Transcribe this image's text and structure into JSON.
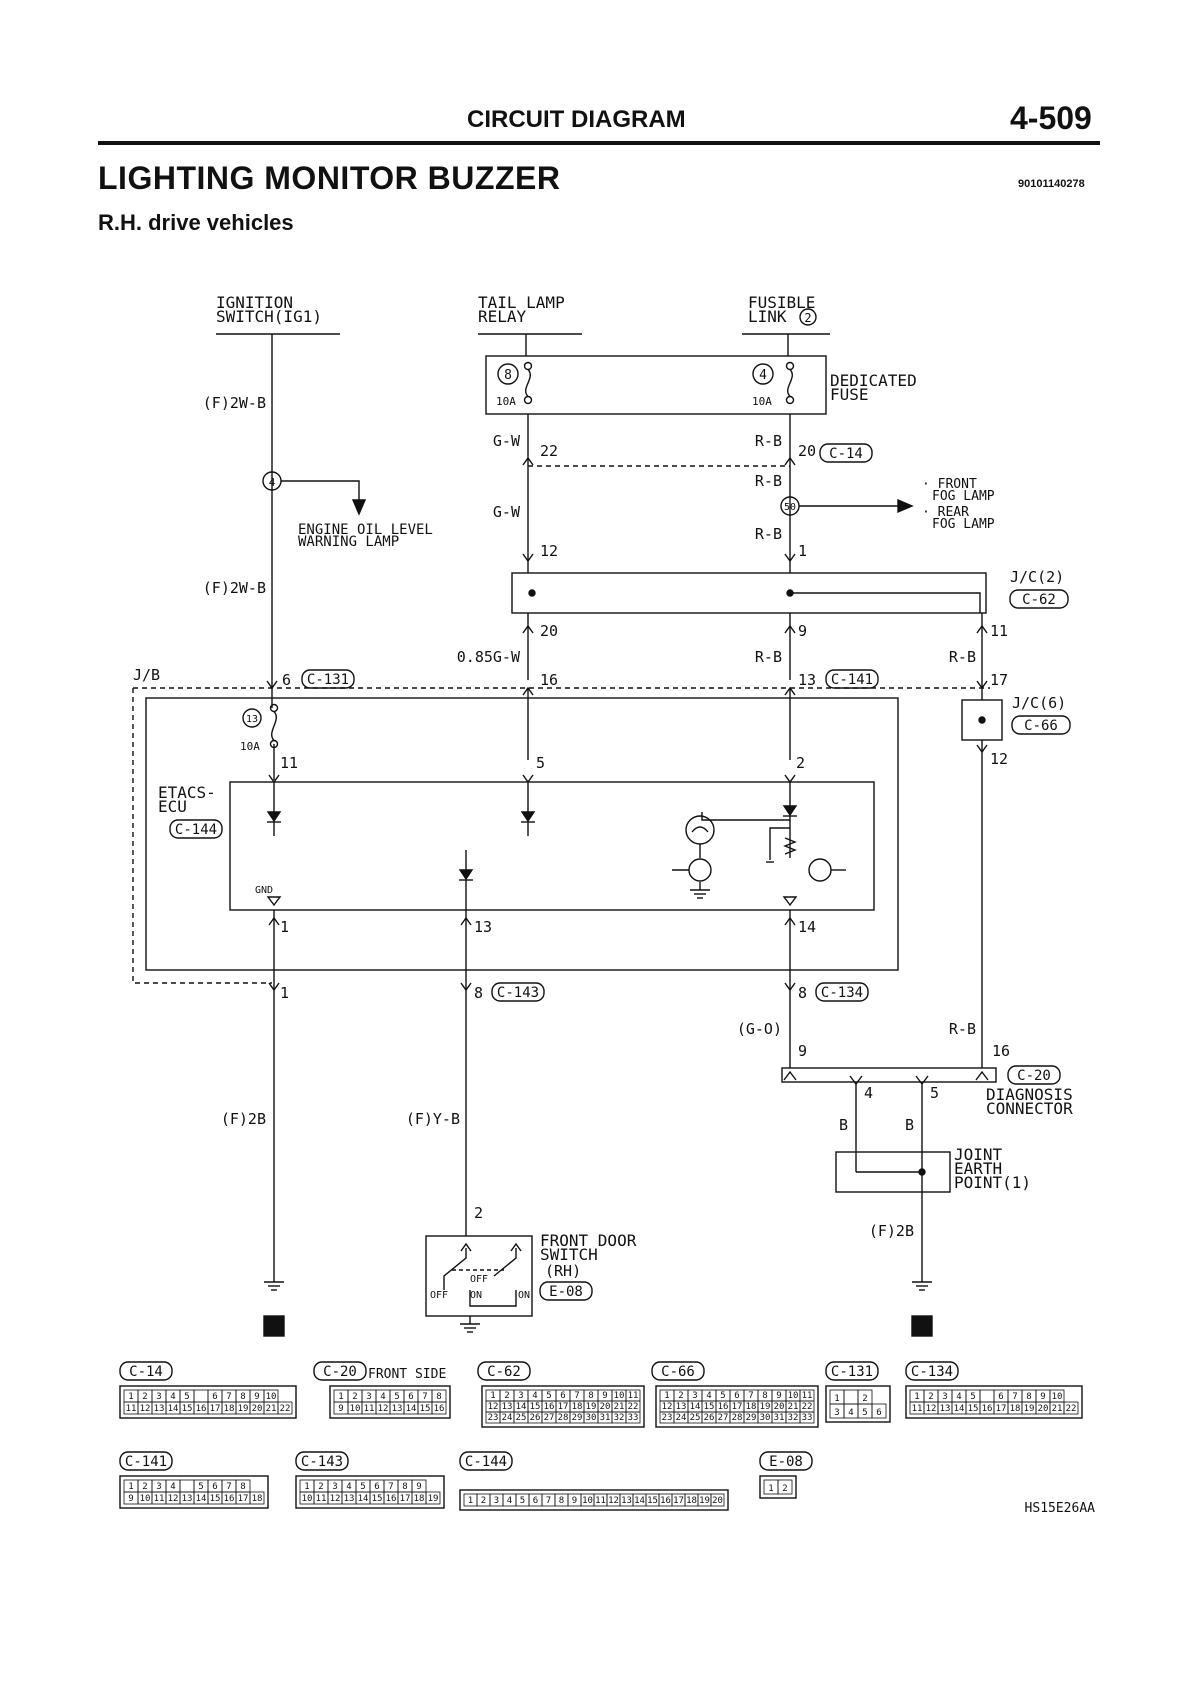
{
  "header": {
    "section_title": "CIRCUIT DIAGRAM",
    "page_number": "4-509",
    "title": "LIGHTING MONITOR BUZZER",
    "code": "90101140278",
    "subtitle": "R.H. drive vehicles"
  },
  "labels": {
    "ignition_switch": [
      "IGNITION",
      "SWITCH(IG1)"
    ],
    "tail_lamp_relay": [
      "TAIL LAMP",
      "RELAY"
    ],
    "fusible_link": [
      "FUSIBLE",
      "LINK"
    ],
    "fusible_link_num": "2",
    "dedicated_fuse": [
      "DEDICATED",
      "FUSE"
    ],
    "fuse_8": "8",
    "fuse_4": "4",
    "fuse_13": "13",
    "amp_10a": "10A",
    "engine_oil": [
      "ENGINE OIL LEVEL",
      "WARNING LAMP"
    ],
    "fog_lamp": [
      "· FRONT",
      "FOG LAMP",
      "· REAR",
      "FOG LAMP"
    ],
    "jc2": [
      "J/C(2)",
      "C-62"
    ],
    "jc6": [
      "J/C(6)",
      "C-66"
    ],
    "jb": "J/B",
    "etacs": [
      "ETACS-",
      "ECU",
      "C-144"
    ],
    "gnd": "GND",
    "diagnosis": [
      "DIAGNOSIS",
      "CONNECTOR"
    ],
    "joint_earth": [
      "JOINT",
      "EARTH",
      "POINT(1)"
    ],
    "front_door": [
      "FRONT DOOR",
      "SWITCH",
      "(RH)",
      "E-08"
    ],
    "switch_off": "OFF",
    "switch_on": "ON",
    "front_side": "FRONT SIDE",
    "ground_9": "9",
    "ground_18": "18",
    "figure_code": "HS15E26AA",
    "node_4": "4",
    "node_50": "50"
  },
  "wires": {
    "f2wb": "(F)2W-B",
    "gw": "G-W",
    "rb": "R-B",
    "g085w": "0.85G-W",
    "f2b": "(F)2B",
    "fyb": "(F)Y-B",
    "go": "(G-O)",
    "b": "B"
  },
  "pins": {
    "p22": "22",
    "p20": "20",
    "p12": "12",
    "p1": "1",
    "p9": "9",
    "p11": "11",
    "p6": "6",
    "p16": "16",
    "p13": "13",
    "p17": "17",
    "p5": "5",
    "p2": "2",
    "p14": "14",
    "p8": "8",
    "p4": "4"
  },
  "connectors": {
    "c14": "C-14",
    "c62": "C-62",
    "c66": "C-66",
    "c131": "C-131",
    "c141": "C-141",
    "c143": "C-143",
    "c134": "C-134",
    "c20": "C-20",
    "c144": "C-144",
    "e08": "E-08"
  },
  "connector_pins": {
    "c14": [
      [
        "1",
        "2",
        "3",
        "4",
        "5",
        "",
        "6",
        "7",
        "8",
        "9",
        "10"
      ],
      [
        "11",
        "12",
        "13",
        "14",
        "15",
        "16",
        "17",
        "18",
        "19",
        "20",
        "21",
        "22"
      ]
    ],
    "c20": [
      [
        "1",
        "2",
        "3",
        "4",
        "5",
        "6",
        "7",
        "8"
      ],
      [
        "9",
        "10",
        "11",
        "12",
        "13",
        "14",
        "15",
        "16"
      ]
    ],
    "c62": [
      [
        "1",
        "2",
        "3",
        "4",
        "5",
        "6",
        "7",
        "8",
        "9",
        "10",
        "11"
      ],
      [
        "12",
        "13",
        "14",
        "15",
        "16",
        "17",
        "18",
        "19",
        "20",
        "21",
        "22"
      ],
      [
        "23",
        "24",
        "25",
        "26",
        "27",
        "28",
        "29",
        "30",
        "31",
        "32",
        "33"
      ]
    ],
    "c66": [
      [
        "1",
        "2",
        "3",
        "4",
        "5",
        "6",
        "7",
        "8",
        "9",
        "10",
        "11"
      ],
      [
        "12",
        "13",
        "14",
        "15",
        "16",
        "17",
        "18",
        "19",
        "20",
        "21",
        "22"
      ],
      [
        "23",
        "24",
        "25",
        "26",
        "27",
        "28",
        "29",
        "30",
        "31",
        "32",
        "33"
      ]
    ],
    "c131": [
      [
        "1",
        "",
        "2"
      ],
      [
        "3",
        "4",
        "5",
        "6"
      ]
    ],
    "c134": [
      [
        "1",
        "2",
        "3",
        "4",
        "5",
        "",
        "6",
        "7",
        "8",
        "9",
        "10"
      ],
      [
        "11",
        "12",
        "13",
        "14",
        "15",
        "16",
        "17",
        "18",
        "19",
        "20",
        "21",
        "22"
      ]
    ],
    "c141": [
      [
        "1",
        "2",
        "3",
        "4",
        "",
        "5",
        "6",
        "7",
        "8"
      ],
      [
        "9",
        "10",
        "11",
        "12",
        "13",
        "14",
        "15",
        "16",
        "17",
        "18"
      ]
    ],
    "c143": [
      [
        "1",
        "2",
        "3",
        "4",
        "5",
        "6",
        "7",
        "8",
        "9"
      ],
      [
        "10",
        "11",
        "12",
        "13",
        "14",
        "15",
        "16",
        "17",
        "18",
        "19"
      ]
    ],
    "c144": [
      [
        "1",
        "2",
        "3",
        "4",
        "5",
        "6",
        "7",
        "8",
        "9",
        "10",
        "11",
        "12",
        "13",
        "14",
        "15",
        "16",
        "17",
        "18",
        "19",
        "20"
      ]
    ],
    "e08": [
      [
        "1",
        "2"
      ]
    ]
  }
}
